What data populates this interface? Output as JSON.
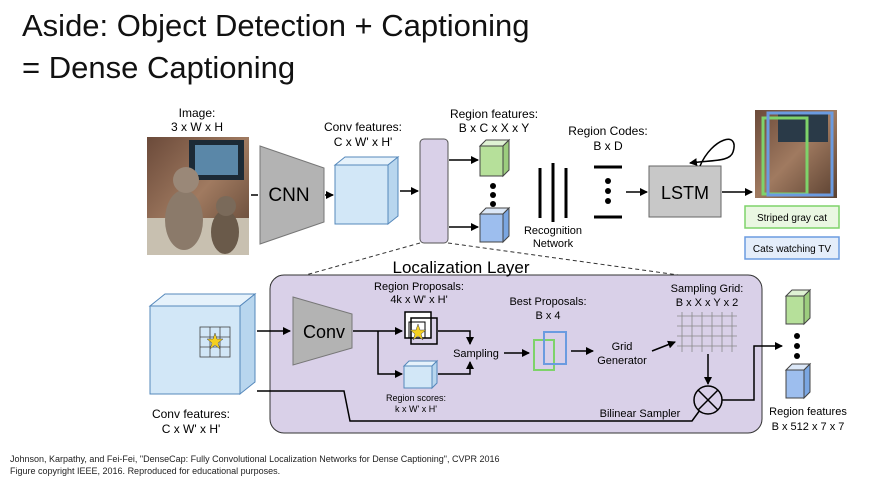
{
  "slide": {
    "title_line1": "Aside: Object Detection + Captioning",
    "title_line2": "= Dense Captioning"
  },
  "pipeline": {
    "image_label": "Image:",
    "image_dims": "3 x W x H",
    "cnn_label": "CNN",
    "conv_features_label": "Conv features:",
    "conv_features_dims": "C x W' x H'",
    "region_features_label": "Region features:",
    "region_features_dims": "B x C x X x Y",
    "recognition_label_1": "Recognition",
    "recognition_label_2": "Network",
    "region_codes_label": "Region Codes:",
    "region_codes_dims": "B x D",
    "lstm_label": "LSTM",
    "caption_1": "Striped gray cat",
    "caption_2": "Cats watching TV",
    "caption_1_color": "#7ed36a",
    "caption_2_color": "#6b9be0"
  },
  "localization": {
    "title": "Localization Layer",
    "conv_label": "Conv",
    "region_proposals_label": "Region Proposals:",
    "region_proposals_dims": "4k x W' x H'",
    "region_scores_label": "Region scores:",
    "region_scores_dims": "k x W' x H'",
    "sampling_label": "Sampling",
    "best_proposals_label": "Best Proposals:",
    "best_proposals_dims": "B x 4",
    "grid_generator_label_1": "Grid",
    "grid_generator_label_2": "Generator",
    "sampling_grid_label": "Sampling Grid:",
    "sampling_grid_dims": "B x X x Y x 2",
    "bilinear_sampler_label": "Bilinear Sampler",
    "conv_features_label": "Conv features:",
    "conv_features_dims": "C x W' x H'",
    "region_features_label": "Region features",
    "region_features_dims": "B x 512 x 7 x 7",
    "panel_color": "#d9d0e8"
  },
  "citation": {
    "line1": "Johnson, Karpathy, and Fei-Fei, \"DenseCap: Fully Convolutional Localization Networks for Dense Captioning\", CVPR 2016",
    "line2": "Figure copyright IEEE, 2016. Reproduced for educational purposes."
  }
}
